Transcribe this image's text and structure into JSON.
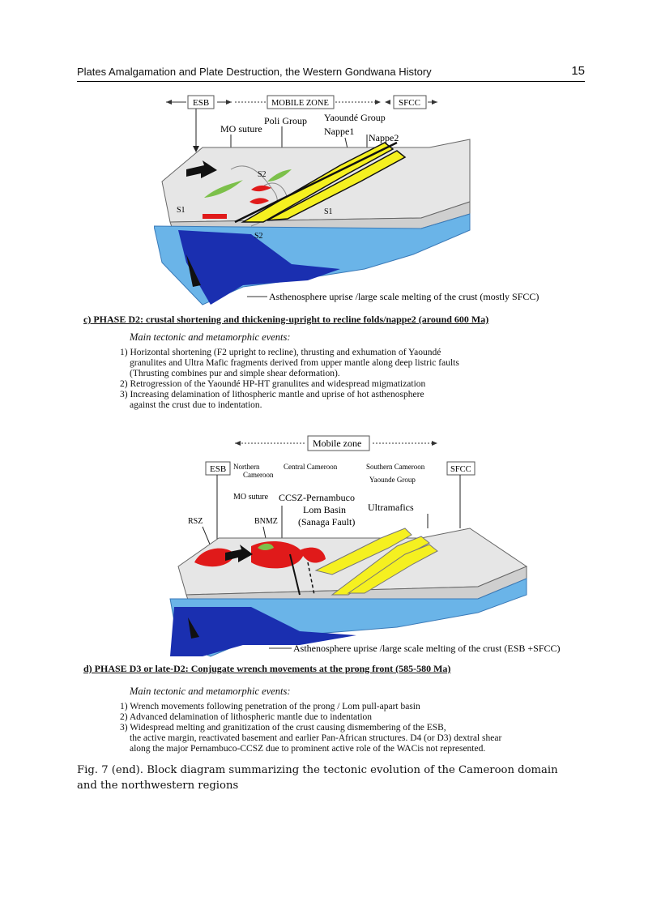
{
  "header": {
    "title": "Plates Amalgamation and Plate Destruction, the Western Gondwana History",
    "page_number": "15"
  },
  "figure_top": {
    "zone_labels": [
      "ESB",
      "MOBILE ZONE",
      "SFCC"
    ],
    "labels": {
      "mo_suture": "MO suture",
      "poli_group": "Poli Group",
      "yaounde_group": "Yaoundé Group",
      "nappe1": "Nappe1",
      "nappe2": "Nappe2",
      "s1_left": "S1",
      "s1_right": "S1",
      "s2_top": "S2",
      "s2_bottom": "S2",
      "asthenosphere": "Asthenosphere uprise /large scale melting of the crust (mostly SFCC)"
    }
  },
  "phase_c": {
    "title": "c) PHASE D2: crustal shortening and thickening-upright to recline folds/nappe2 (around 600 Ma)",
    "events_title": "Main tectonic and metamorphic events:",
    "items": [
      "1) Horizontal shortening (F2 upright to recline), thrusting and exhumation of Yaoundé",
      "granulites and Ultra Mafic fragments derived from upper mantle along deep listric faults",
      "(Thrusting combines pur and simple shear deformation).",
      "2) Retrogression of the Yaoundé HP-HT granulites and widespread migmatization",
      "3) Increasing delamination of lithospheric mantle and uprise of hot asthenosphere",
      "against the crust due to indentation."
    ]
  },
  "figure_bottom": {
    "mobile_zone": "Mobile zone",
    "esb": "ESB",
    "sfcc": "SFCC",
    "northern_cameroon": [
      "Northern",
      "Cameroon"
    ],
    "central_cameroon": "Central Cameroon",
    "southern_cameroon": "Southern Cameroon",
    "yaounde_group": "Yaounde Group",
    "mo_suture": "MO suture",
    "ccsz": "CCSZ-Pernambuco",
    "lom_basin": "Lom Basin",
    "sanaga_fault": "(Sanaga Fault)",
    "ultramafics": "Ultramafics",
    "rsz": "RSZ",
    "bnmz": "BNMZ",
    "asthenosphere": "Asthenosphere uprise /large scale melting of the crust (ESB +SFCC)"
  },
  "phase_d": {
    "title": "d) PHASE D3 or late-D2: Conjugate wrench movements at the prong front (585-580 Ma)",
    "events_title": "Main tectonic and metamorphic events:",
    "items": [
      "1) Wrench movements following  penetration of the prong / Lom pull-apart basin",
      "2) Advanced delamination of lithospheric mantle due to indentation",
      "3) Widespread melting and granitization of the crust causing dismembering of the ESB,",
      "the active margin, reactivated basement and earlier Pan-African structures. D4 (or D3) dextral shear",
      "along the major Pernambuco-CCSZ due to prominent active role of the WACis not represented."
    ]
  },
  "caption": {
    "line1": "Fig. 7 (end). Block diagram summarizing the tectonic evolution of the Cameroon domain",
    "line2": "and the northwestern regions"
  },
  "colors": {
    "mantle": "#6ab4e8",
    "deep": "#1a2fb0",
    "nappe": "#f5f020",
    "melt": "#e01a1a",
    "green": "#7cc04a",
    "crust": "#e8e8e8"
  }
}
